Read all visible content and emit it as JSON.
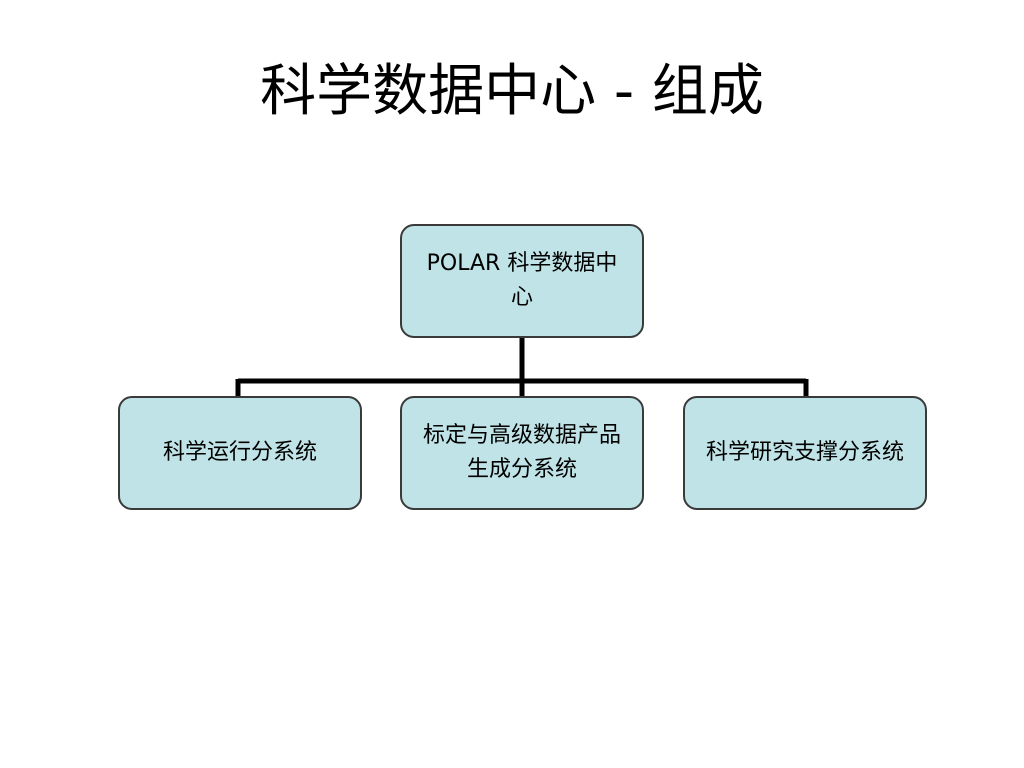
{
  "slide": {
    "title": "科学数据中心 - 组成"
  },
  "org_chart": {
    "root": {
      "label": "POLAR 科学数据中心"
    },
    "children": [
      {
        "label": "科学运行分系统"
      },
      {
        "label": "标定与高级数据产品生成分系统"
      },
      {
        "label": "科学研究支撑分系统"
      }
    ]
  },
  "colors": {
    "node_fill": "#bfe3e6",
    "node_border": "#3a3a3a",
    "connector": "#000000"
  }
}
